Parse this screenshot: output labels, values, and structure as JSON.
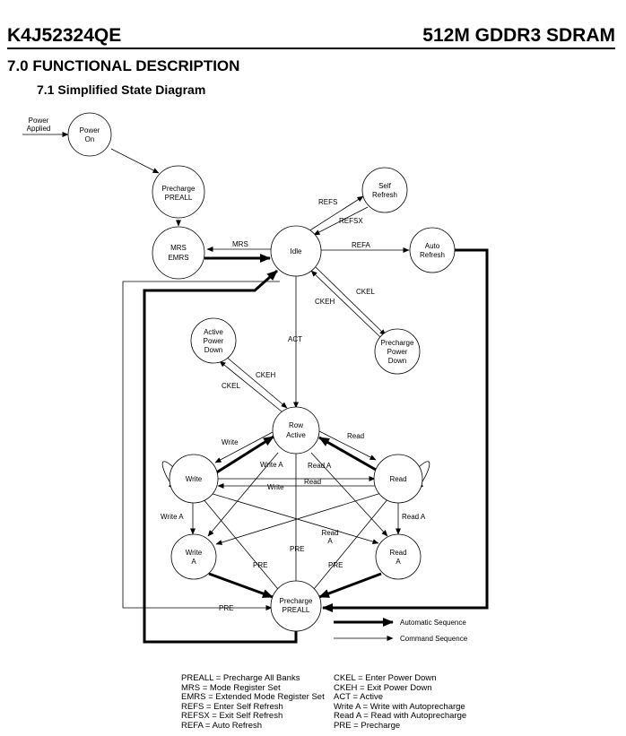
{
  "header": {
    "part_number": "K4J52324QE",
    "product": "512M GDDR3 SDRAM"
  },
  "section_title": "7.0 FUNCTIONAL DESCRIPTION",
  "subsection_title": "7.1 Simplified State Diagram",
  "states": {
    "power_on": [
      "Power",
      "On"
    ],
    "precharge_top": [
      "Precharge",
      "PREALL"
    ],
    "mrs": [
      "MRS",
      "EMRS"
    ],
    "idle": [
      "Idle"
    ],
    "self_refresh": [
      "Self",
      "Refresh"
    ],
    "auto_refresh": [
      "Auto",
      "Refresh"
    ],
    "precharge_power_down": [
      "Precharge",
      "Power",
      "Down"
    ],
    "active_power_down": [
      "Active",
      "Power",
      "Down"
    ],
    "row_active": [
      "Row",
      "Active"
    ],
    "write": [
      "Write"
    ],
    "read": [
      "Read"
    ],
    "write_a": [
      "Write",
      "A"
    ],
    "read_a": [
      "Read",
      "A"
    ],
    "precharge_bottom": [
      "Precharge",
      "PREALL"
    ]
  },
  "transition_labels": {
    "power_applied": [
      "Power",
      "Applied"
    ],
    "mrs": "MRS",
    "refs": "REFS",
    "refsx": "REFSX",
    "refa": "REFA",
    "ckel_right": "CKEL",
    "ckeh_right": "CKEH",
    "act": "ACT",
    "ckeh_left": "CKEH",
    "ckel_left": "CKEL",
    "write_top": "Write",
    "read_top": "Read",
    "write_a_mid": "Write A",
    "read_a_mid": "Read A",
    "read_mid": "Read",
    "write_mid": "Write",
    "write_a_left": "Write A",
    "read_a_right": "Read A",
    "read_a_cross": [
      "Read",
      "A"
    ],
    "pre_left": "PRE",
    "pre_center": "PRE",
    "pre_right": "PRE",
    "pre_bottom": "PRE"
  },
  "legend": {
    "automatic": "Automatic Sequence",
    "command": "Command Sequence"
  },
  "abbreviations_left": [
    "PREALL = Precharge All Banks",
    "MRS = Mode Register Set",
    "EMRS = Extended Mode Register Set",
    "REFS = Enter Self Refresh",
    "REFSX = Exit Self Refresh",
    "REFA = Auto Refresh"
  ],
  "abbreviations_right": [
    "CKEL = Enter Power Down",
    "CKEH = Exit Power Down",
    "ACT = Active",
    "Write A = Write with Autoprecharge",
    "Read A = Read with Autoprecharge",
    "PRE = Precharge"
  ]
}
